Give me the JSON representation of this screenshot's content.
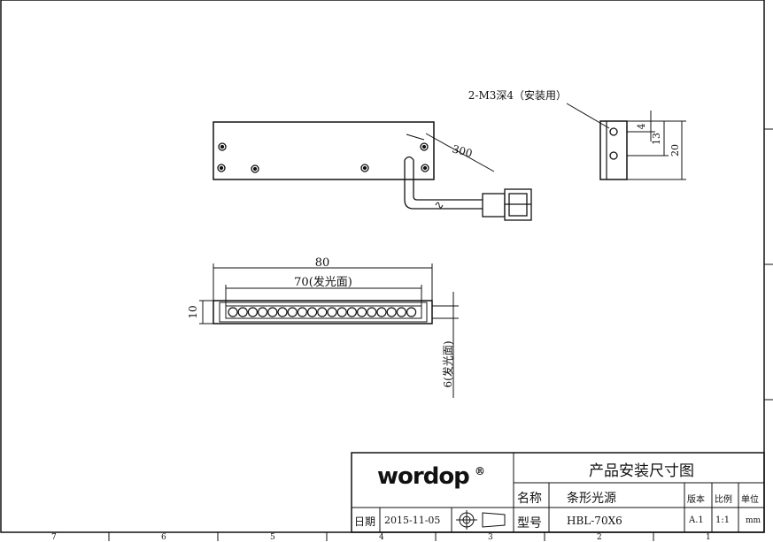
{
  "title_block": {
    "logo": "wordop",
    "drawing_title": "产品安装尺寸图",
    "name_label": "名称",
    "name_value": "条形光源",
    "version_label": "版本",
    "version_value": "A.1",
    "scale_label": "比例",
    "scale_value": "1:1",
    "unit_label": "单位",
    "unit_value": "mm",
    "date_label": "日期",
    "date_value": "2015-11-05",
    "model_label": "型号",
    "model_value": "HBL-70X6"
  },
  "dimensions": {
    "cable_length": "300",
    "total_length": "80",
    "emitting_length": "70(发光面)",
    "height": "10",
    "emitting_width": "6(发光面)",
    "hole_offset": "4",
    "hole_spacing": "13",
    "side_height": "20"
  },
  "callout": "2-M3深4（安装用）",
  "border_zones": [
    "7",
    "6",
    "5",
    "4",
    "3",
    "2",
    "1"
  ]
}
